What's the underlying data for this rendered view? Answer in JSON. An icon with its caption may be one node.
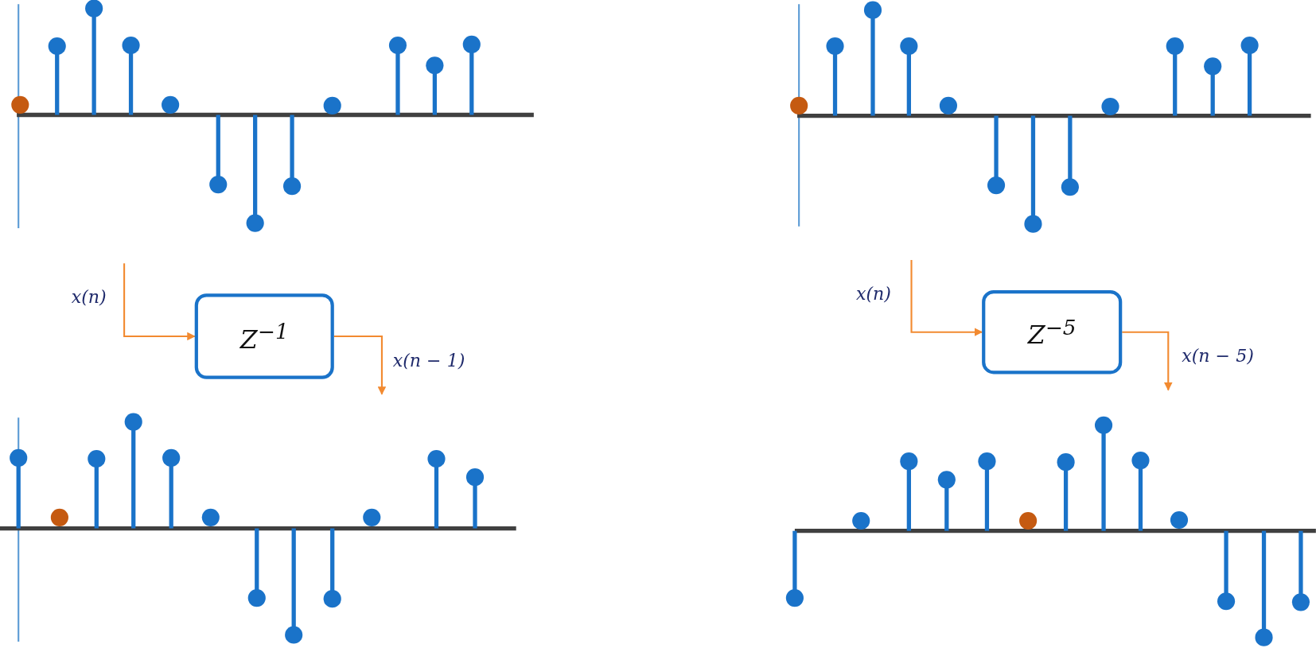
{
  "diagram": {
    "nodes": [
      {
        "text": [
          "Z$^{−1}$"
        ]
      },
      {
        "text": [
          "Z$^{−5}$"
        ]
      }
    ],
    "edges": [
      {
        "from": null,
        "to": 0,
        "arrow": "to",
        "label": "x(n)"
      },
      {
        "from": 0,
        "to": null,
        "arrow": "to",
        "label": "x(n − 1)"
      },
      {
        "from": null,
        "to": 1,
        "arrow": "to",
        "label": "x(n)"
      },
      {
        "from": 1,
        "to": null,
        "arrow": "to",
        "label": "x(n − 5)"
      }
    ]
  }
}
